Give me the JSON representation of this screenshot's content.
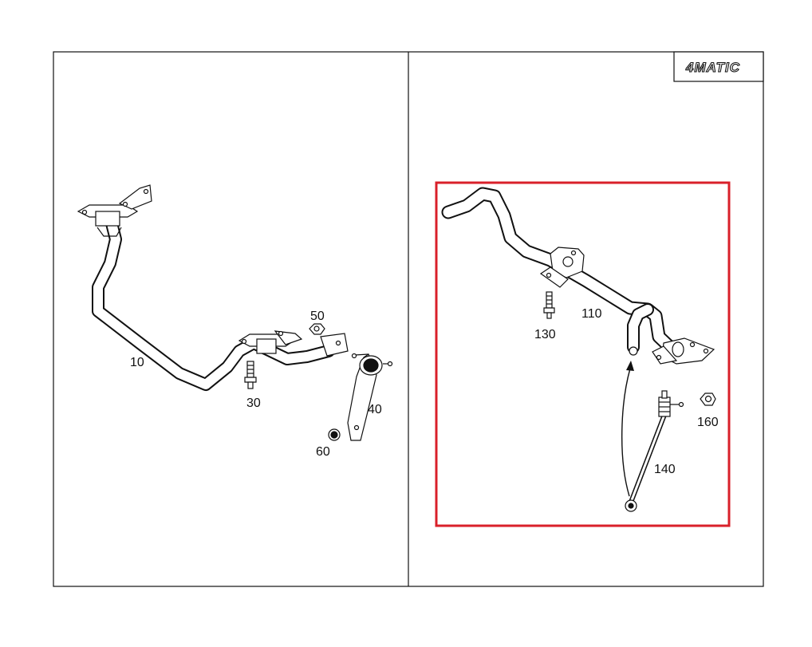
{
  "badge": {
    "logo_text": "4MATIC"
  },
  "left_panel": {
    "callouts": [
      {
        "id": "label-10",
        "text": "10"
      },
      {
        "id": "label-30",
        "text": "30"
      },
      {
        "id": "label-40",
        "text": "40"
      },
      {
        "id": "label-50",
        "text": "50"
      },
      {
        "id": "label-60",
        "text": "60"
      }
    ]
  },
  "right_panel": {
    "highlight_color": "#d9202a",
    "callouts": [
      {
        "id": "label-110",
        "text": "110"
      },
      {
        "id": "label-130",
        "text": "130"
      },
      {
        "id": "label-140",
        "text": "140"
      },
      {
        "id": "label-160",
        "text": "160"
      }
    ]
  }
}
